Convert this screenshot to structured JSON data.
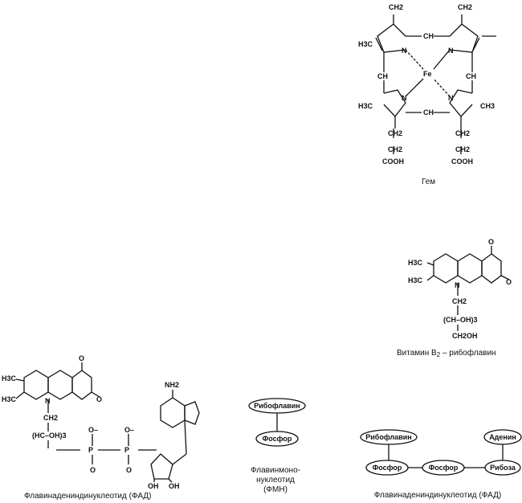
{
  "heme": {
    "caption": "Гем",
    "atoms": {
      "fe": "Fe",
      "n": "N",
      "ch": "CH",
      "ch2_top": "CH2",
      "ch2_right": "CH2",
      "h3c_left_top": "H3C",
      "h3c_left_bottom": "H3C",
      "ch3_right": "CH3",
      "ch2a": "CH2",
      "ch2b": "CH2",
      "cooh_left": "COOH",
      "cooh_right": "COOH"
    }
  },
  "riboflavin": {
    "caption_main": "Витамин B",
    "caption_sub": "2",
    "caption_tail": " – рибофлавин",
    "atoms": {
      "h3c_top": "H3C",
      "h3c_bottom": "H3C",
      "n": "N",
      "o": "O",
      "ch2": "CH2",
      "choh": "(CH–OH)3",
      "ch2oh": "CH2OH"
    }
  },
  "fad_structure": {
    "caption": "Флавинадениндинуклеотид (ФАД)",
    "atoms": {
      "h3c_top": "H3C",
      "h3c_bottom": "H3C",
      "n": "N",
      "o": "O",
      "ch2": "CH2",
      "hcoh": "(HC–OH)3",
      "p": "P",
      "o_minus": "O–",
      "nh2": "NH2",
      "oh": "OH"
    }
  },
  "fmn_scheme": {
    "node_riboflavin": "Рибофлавин",
    "node_phosphor": "Фосфор",
    "caption_line1": "Флавинмоно-",
    "caption_line2": "нуклеотид",
    "caption_line3": "(ФМН)"
  },
  "fad_scheme": {
    "node_riboflavin": "Рибофлавин",
    "node_phosphor1": "Фосфор",
    "node_phosphor2": "Фосфор",
    "node_adenine": "Аденин",
    "node_ribose": "Рибоза",
    "caption": "Флавинадениндинуклеотид (ФАД)"
  }
}
